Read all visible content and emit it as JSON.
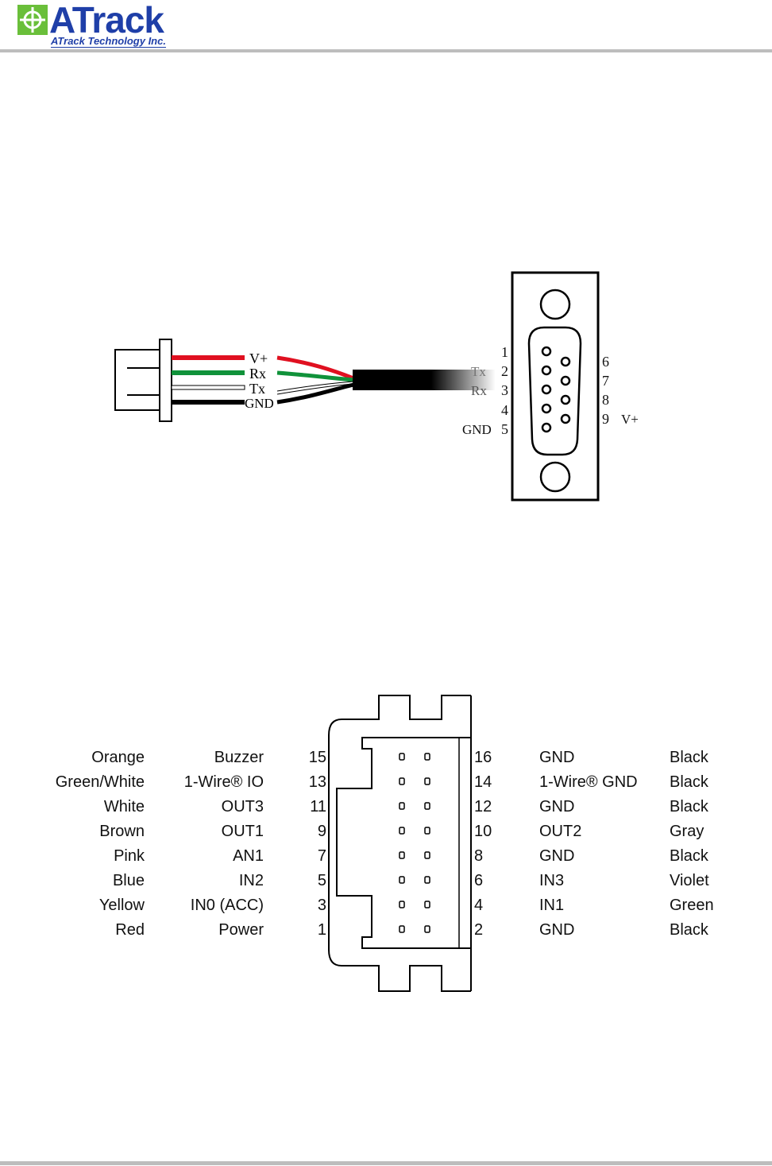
{
  "header": {
    "logo_text": "ATrack",
    "logo_subtitle": "ATrack Technology Inc.",
    "brand_color": "#1f3fa8",
    "logo_icon": "crosshair-square-icon",
    "logo_icon_color": "#6abf3a"
  },
  "serial_cable": {
    "wire_labels": [
      "V+",
      "Rx",
      "Tx",
      "GND"
    ],
    "wire_colors": [
      "#e01020",
      "#10923a",
      "#ffffff",
      "#000000"
    ],
    "db9_left_pins": [
      "1",
      "2",
      "3",
      "4",
      "5"
    ],
    "db9_right_pins": [
      "6",
      "7",
      "8",
      "9"
    ],
    "db9_left_signals": [
      "",
      "Tx",
      "Rx",
      "",
      "GND"
    ],
    "db9_right_signals": [
      "",
      "",
      "",
      "V+"
    ]
  },
  "io_connector": {
    "rows": [
      {
        "left_color": "Orange",
        "left_function": "Buzzer",
        "left_pin": "15",
        "right_pin": "16",
        "right_function": "GND",
        "right_color": "Black"
      },
      {
        "left_color": "Green/White",
        "left_function": "1-Wire® IO",
        "left_pin": "13",
        "right_pin": "14",
        "right_function": "1-Wire® GND",
        "right_color": "Black"
      },
      {
        "left_color": "White",
        "left_function": "OUT3",
        "left_pin": "11",
        "right_pin": "12",
        "right_function": "GND",
        "right_color": "Black"
      },
      {
        "left_color": "Brown",
        "left_function": "OUT1",
        "left_pin": "9",
        "right_pin": "10",
        "right_function": "OUT2",
        "right_color": "Gray"
      },
      {
        "left_color": "Pink",
        "left_function": "AN1",
        "left_pin": "7",
        "right_pin": "8",
        "right_function": "GND",
        "right_color": "Black"
      },
      {
        "left_color": "Blue",
        "left_function": "IN2",
        "left_pin": "5",
        "right_pin": "6",
        "right_function": "IN3",
        "right_color": "Violet"
      },
      {
        "left_color": "Yellow",
        "left_function": "IN0 (ACC)",
        "left_pin": "3",
        "right_pin": "4",
        "right_function": "IN1",
        "right_color": "Green"
      },
      {
        "left_color": "Red",
        "left_function": "Power",
        "left_pin": "1",
        "right_pin": "2",
        "right_function": "GND",
        "right_color": "Black"
      }
    ]
  }
}
